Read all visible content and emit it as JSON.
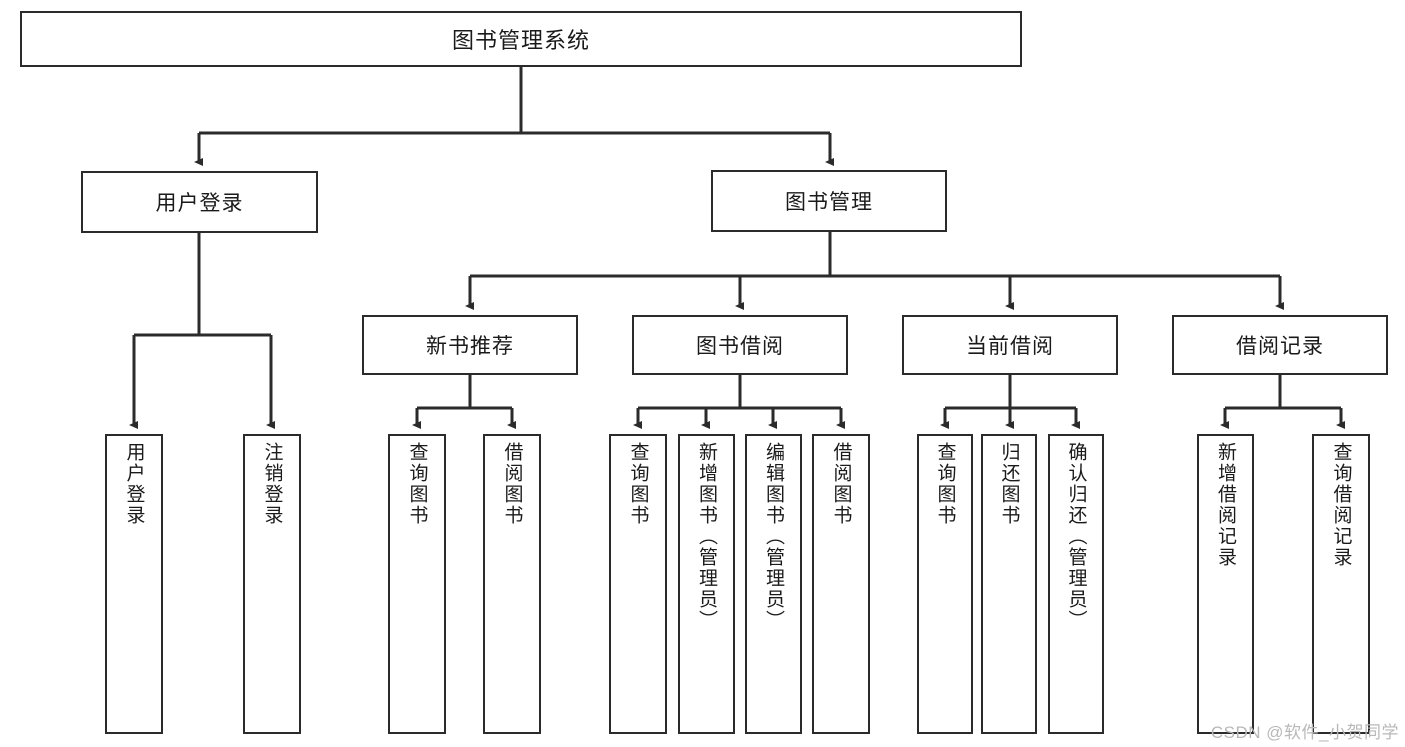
{
  "diagram": {
    "title": "图书管理系统",
    "type": "tree",
    "root": {
      "label": "图书管理系统"
    },
    "level1": [
      {
        "id": "user-login",
        "label": "用户登录"
      },
      {
        "id": "book-manage",
        "label": "图书管理"
      }
    ],
    "level2": [
      {
        "id": "new-book-recommend",
        "label": "新书推荐",
        "parent": "book-manage"
      },
      {
        "id": "book-borrow",
        "label": "图书借阅",
        "parent": "book-manage"
      },
      {
        "id": "current-borrow",
        "label": "当前借阅",
        "parent": "book-manage"
      },
      {
        "id": "borrow-record",
        "label": "借阅记录",
        "parent": "book-manage"
      }
    ],
    "leaves": [
      {
        "id": "leaf-user-login",
        "label": "用户登录",
        "parent": "user-login"
      },
      {
        "id": "leaf-logout",
        "label": "注销登录",
        "parent": "user-login"
      },
      {
        "id": "leaf-query-book-1",
        "label": "查询图书",
        "parent": "new-book-recommend"
      },
      {
        "id": "leaf-borrow-book-1",
        "label": "借阅图书",
        "parent": "new-book-recommend"
      },
      {
        "id": "leaf-query-book-2",
        "label": "查询图书",
        "parent": "book-borrow"
      },
      {
        "id": "leaf-add-book",
        "label": "新增图书（管理员）",
        "parent": "book-borrow"
      },
      {
        "id": "leaf-edit-book",
        "label": "编辑图书（管理员）",
        "parent": "book-borrow"
      },
      {
        "id": "leaf-borrow-book-2",
        "label": "借阅图书",
        "parent": "book-borrow"
      },
      {
        "id": "leaf-query-book-3",
        "label": "查询图书",
        "parent": "current-borrow"
      },
      {
        "id": "leaf-return-book",
        "label": "归还图书",
        "parent": "current-borrow"
      },
      {
        "id": "leaf-confirm-return",
        "label": "确认归还（管理员）",
        "parent": "current-borrow"
      },
      {
        "id": "leaf-add-record",
        "label": "新增借阅记录",
        "parent": "borrow-record"
      },
      {
        "id": "leaf-query-record",
        "label": "查询借阅记录",
        "parent": "borrow-record"
      }
    ]
  },
  "watermark": {
    "text": "CSDN @软件_小贺同学"
  },
  "colors": {
    "stroke": "#2b2b2b",
    "background": "#ffffff",
    "text": "#1a1a1a",
    "watermark": "#b8b8b8"
  }
}
